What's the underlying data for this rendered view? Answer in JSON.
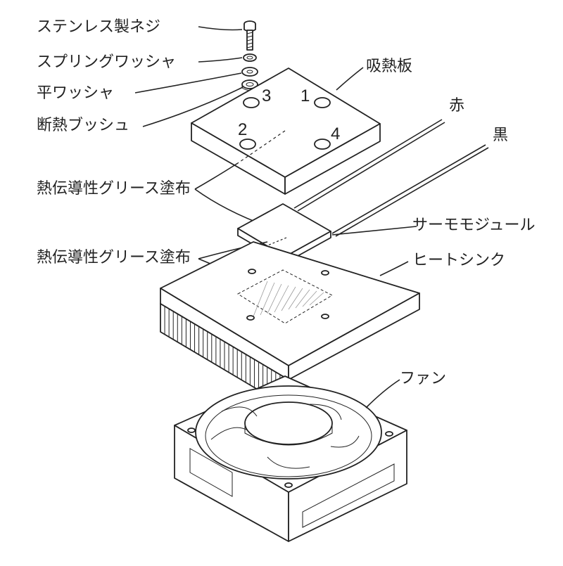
{
  "labels": {
    "stainless_screw": "ステンレス製ネジ",
    "spring_washer": "スプリングワッシャ",
    "flat_washer": "平ワッシャ",
    "insulating_bush": "断熱ブッシュ",
    "grease_top": "熱伝導性グリース塗布",
    "grease_bottom": "熱伝導性グリース塗布",
    "absorber_plate": "吸熱板",
    "red_wire": "赤",
    "black_wire": "黒",
    "thermo_module": "サーモモジュール",
    "heat_sink": "ヒートシンク",
    "fan": "ファン"
  },
  "hole_numbers": [
    "1",
    "2",
    "3",
    "4"
  ]
}
